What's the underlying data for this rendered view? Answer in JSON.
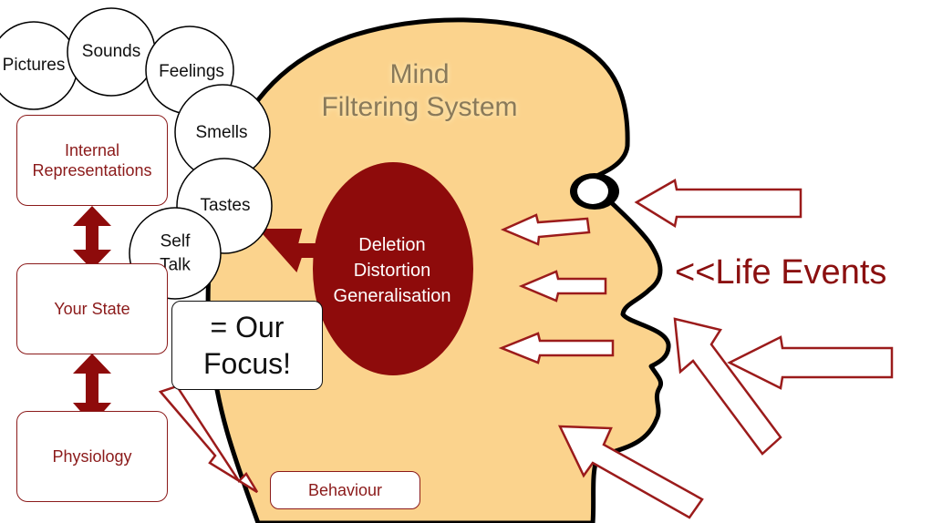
{
  "title": {
    "line1": "Mind",
    "line2": "Filtering System"
  },
  "filter": {
    "lines": [
      "Deletion",
      "Distortion",
      "Generalisation"
    ]
  },
  "senses": [
    {
      "label": "Pictures"
    },
    {
      "label": "Sounds"
    },
    {
      "label": "Feelings"
    },
    {
      "label": "Smells"
    },
    {
      "label": "Tastes"
    },
    {
      "label": "Self\nTalk"
    }
  ],
  "boxes": {
    "internal": "Internal Representations",
    "state": "Your State",
    "physiology": "Physiology",
    "behaviour": "Behaviour"
  },
  "focus": {
    "line1": "= Our",
    "line2": "Focus!"
  },
  "life_events": "<<Life Events",
  "colors": {
    "head_fill": "#fbd38d",
    "filter_fill": "#8e0b0b",
    "accent": "#8b1a1a",
    "title_text": "#8a7a5a"
  }
}
